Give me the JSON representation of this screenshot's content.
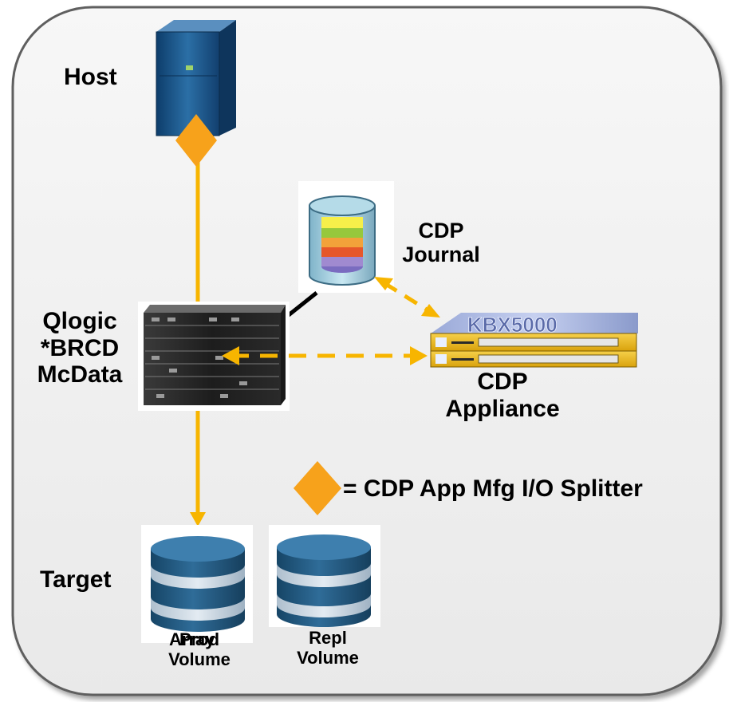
{
  "labels": {
    "host": "Host",
    "switch_vendors": [
      "Qlogic",
      "*BRCD",
      "McData"
    ],
    "cdp_journal": [
      "CDP",
      "Journal"
    ],
    "cdp_appliance": [
      "CDP",
      "Appliance"
    ],
    "appliance_brand": "KBX5000",
    "legend": "= CDP App Mfg I/O Splitter",
    "target": "Target",
    "prod_volume_overlap": "Array",
    "prod_volume": [
      "Prod",
      "Volume"
    ],
    "repl_volume": [
      "Repl",
      "Volume"
    ]
  },
  "colors": {
    "io_line": "#f7b500",
    "splitter": "#f7a21b",
    "panel": "#efefef",
    "panel_border": "#666666",
    "disk_dark": "#1f5277",
    "disk_light": "#c9d6e2"
  },
  "icons": {
    "host": "server-tower-icon",
    "journal": "journal-cylinder-icon",
    "switch": "fc-switch-icon",
    "appliance": "rack-appliance-icon",
    "disk": "disk-stack-icon",
    "splitter": "splitter-diamond-icon"
  }
}
